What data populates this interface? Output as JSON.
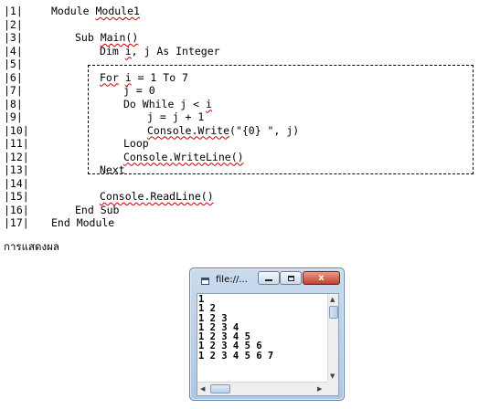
{
  "code_lines": [
    {
      "ln": "|1|",
      "indent": 52,
      "segments": [
        {
          "t": "Module "
        },
        {
          "t": "Module1",
          "sq": true
        }
      ]
    },
    {
      "ln": "|2|",
      "indent": 52,
      "segments": []
    },
    {
      "ln": "|3|",
      "indent": 78,
      "segments": [
        {
          "t": "Sub "
        },
        {
          "t": "Main()",
          "sq": true
        }
      ]
    },
    {
      "ln": "|4|",
      "indent": 105,
      "segments": [
        {
          "t": "Dim "
        },
        {
          "t": "i",
          "sq": true
        },
        {
          "t": ", j As Integer"
        }
      ]
    },
    {
      "ln": "|5|",
      "indent": 105,
      "segments": []
    },
    {
      "ln": "|6|",
      "indent": 105,
      "segments": [
        {
          "t": "For",
          "sq": true
        },
        {
          "t": " "
        },
        {
          "t": "i",
          "sq": true
        },
        {
          "t": " = 1 To 7"
        }
      ]
    },
    {
      "ln": "|7|",
      "indent": 131,
      "segments": [
        {
          "t": "j = 0"
        }
      ]
    },
    {
      "ln": "|8|",
      "indent": 131,
      "segments": [
        {
          "t": "Do While j < "
        },
        {
          "t": "i",
          "sq": true
        }
      ]
    },
    {
      "ln": "|9|",
      "indent": 157,
      "segments": [
        {
          "t": "j = j + 1"
        }
      ]
    },
    {
      "ln": "|10|",
      "indent": 157,
      "segments": [
        {
          "t": "Console.Write",
          "sq": true
        },
        {
          "t": "(\"{0} \", j)"
        }
      ]
    },
    {
      "ln": "|11|",
      "indent": 131,
      "segments": [
        {
          "t": "Loop"
        }
      ]
    },
    {
      "ln": "|12|",
      "indent": 131,
      "segments": [
        {
          "t": "Console.WriteLine()",
          "sq": true
        }
      ]
    },
    {
      "ln": "|13|",
      "indent": 105,
      "segments": [
        {
          "t": "Next"
        }
      ]
    },
    {
      "ln": "|14|",
      "indent": 105,
      "segments": []
    },
    {
      "ln": "|15|",
      "indent": 105,
      "segments": [
        {
          "t": "Console.ReadLine()",
          "sq": true
        }
      ]
    },
    {
      "ln": "|16|",
      "indent": 78,
      "segments": [
        {
          "t": "End Sub"
        }
      ]
    },
    {
      "ln": "|17|",
      "indent": 52,
      "segments": [
        {
          "t": "End Module"
        }
      ]
    }
  ],
  "caption": "การแสดงผล",
  "console_window": {
    "title": "file://...",
    "close_glyph": "x",
    "output_lines": [
      "1",
      "1 2",
      "1 2 3",
      "1 2 3 4",
      "1 2 3 4 5",
      "1 2 3 4 5 6",
      "1 2 3 4 5 6 7"
    ]
  },
  "icons": {
    "window_icon": "console-app-icon",
    "minimize": "minimize-icon",
    "maximize": "maximize-icon",
    "close": "close-icon",
    "scroll_up": "scroll-up-arrow-icon",
    "scroll_down": "scroll-down-arrow-icon",
    "scroll_left": "scroll-left-arrow-icon",
    "scroll_right": "scroll-right-arrow-icon"
  },
  "scroll_arrows": {
    "up": "▲",
    "down": "▼",
    "left": "◀",
    "right": "▶"
  }
}
